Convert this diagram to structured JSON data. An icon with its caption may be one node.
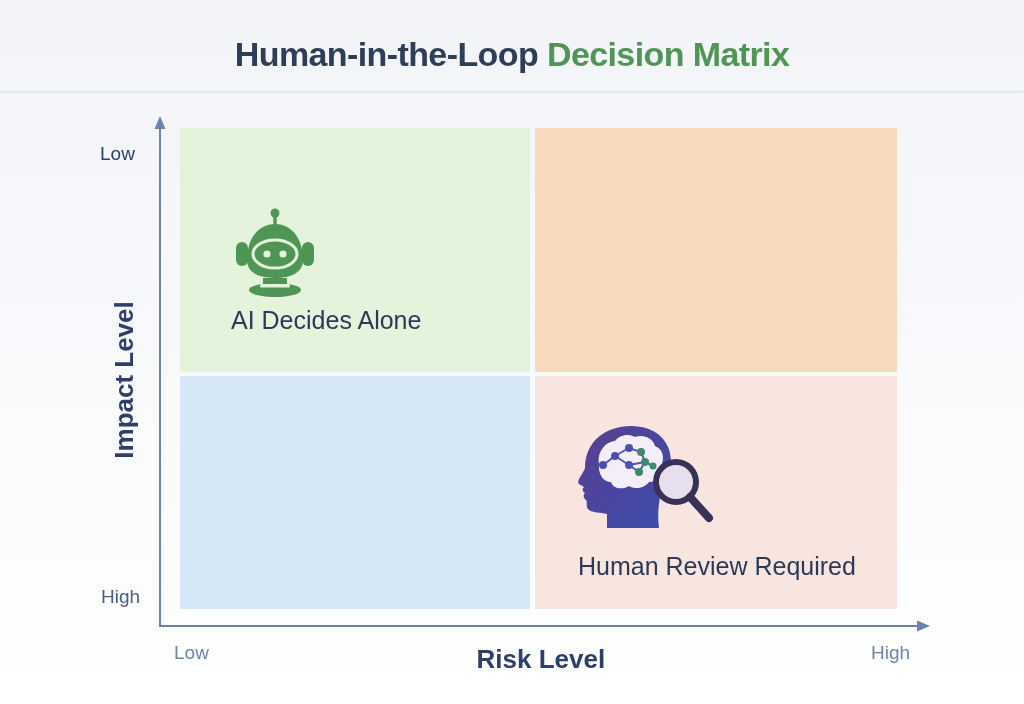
{
  "diagram": {
    "title": "Human-in-the-Loop Decision Matrix",
    "nodes": [
      {
        "text": [
          "AI Decides Alone"
        ]
      },
      {
        "text": [],
        "shape": "box"
      },
      {
        "text": [],
        "shape": "box"
      },
      {
        "text": [
          "Human Review Required"
        ]
      }
    ],
    "labels": [
      "Low",
      "Impact Level",
      "High",
      "Low",
      "Risk Level",
      "High"
    ]
  }
}
